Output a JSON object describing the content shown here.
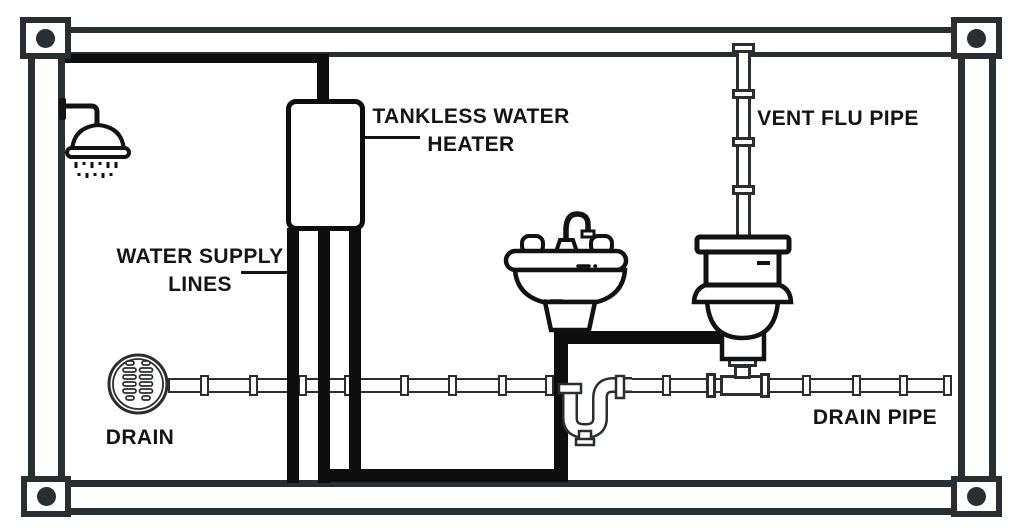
{
  "theme": {
    "line_color": "#292e33",
    "pipe_color": "#0d0d0d",
    "fixture_color": "#121212",
    "text_color": "#141414",
    "background": "#ffffff"
  },
  "labels": {
    "heater_line1": "TANKLESS WATER",
    "heater_line2": "HEATER",
    "supply_line1": "WATER SUPPLY",
    "supply_line2": "LINES",
    "vent": "VENT FLU PIPE",
    "drain": "DRAIN",
    "drain_pipe": "DRAIN PIPE"
  },
  "components": [
    "container-frame",
    "shower-head",
    "tankless-water-heater",
    "water-supply-lines",
    "pedestal-sink",
    "p-trap",
    "toilet",
    "vent-flu-pipe",
    "floor-drain",
    "drain-pipe"
  ]
}
